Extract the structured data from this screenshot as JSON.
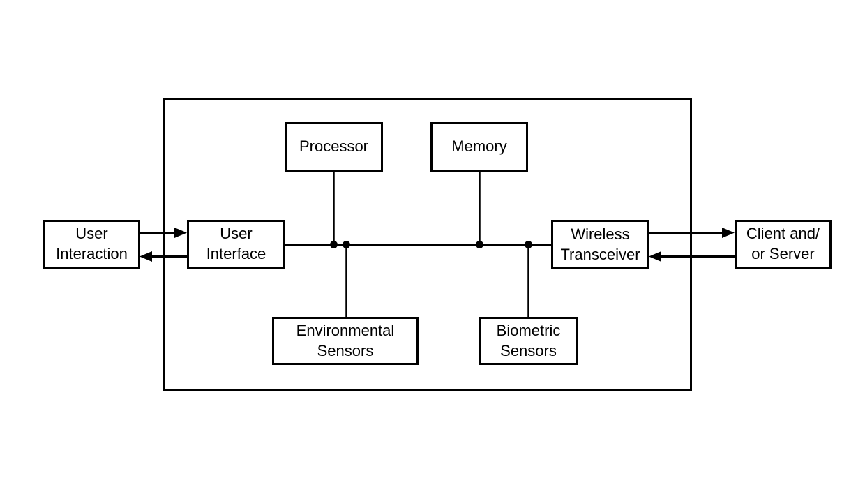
{
  "diagram": {
    "type": "block-diagram",
    "background_color": "#ffffff",
    "stroke_color": "#000000",
    "nodes": {
      "user_interaction": {
        "label": "User\nInteraction",
        "location": "outside-left"
      },
      "user_interface": {
        "label": "User\nInterface",
        "location": "inside-boundary"
      },
      "processor": {
        "label": "Processor",
        "location": "inside-boundary"
      },
      "memory": {
        "label": "Memory",
        "location": "inside-boundary"
      },
      "wireless_transceiver": {
        "label": "Wireless\nTransceiver",
        "location": "inside-boundary"
      },
      "client_server": {
        "label": "Client and/\nor Server",
        "location": "outside-right"
      },
      "environmental_sensors": {
        "label": "Environmental\nSensors",
        "location": "inside-boundary"
      },
      "biometric_sensors": {
        "label": "Biometric\nSensors",
        "location": "inside-boundary"
      }
    },
    "connections": [
      {
        "from": "user_interaction",
        "to": "user_interface",
        "type": "arrow",
        "note": "paired opposing arrows, bidirectional"
      },
      {
        "from": "user_interface",
        "to": "user_interaction",
        "type": "arrow"
      },
      {
        "from": "user_interface",
        "to": "wireless_transceiver",
        "type": "bus",
        "note": "horizontal bus line"
      },
      {
        "from": "processor",
        "to": "bus",
        "type": "line",
        "junction": "dot"
      },
      {
        "from": "memory",
        "to": "bus",
        "type": "line",
        "junction": "dot"
      },
      {
        "from": "environmental_sensors",
        "to": "bus",
        "type": "line",
        "junction": "dot"
      },
      {
        "from": "biometric_sensors",
        "to": "bus",
        "type": "line",
        "junction": "dot"
      },
      {
        "from": "wireless_transceiver",
        "to": "client_server",
        "type": "arrow",
        "note": "paired opposing arrows, bidirectional"
      },
      {
        "from": "client_server",
        "to": "wireless_transceiver",
        "type": "arrow"
      }
    ]
  }
}
